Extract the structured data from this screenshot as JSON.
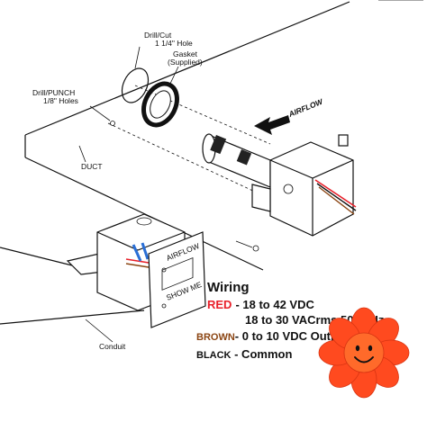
{
  "labels": {
    "drill_cut": "Drill/Cut",
    "drill_cut_size": "1 1/4\" Hole",
    "gasket": "Gasket",
    "gasket_note": "(Supplied)",
    "drill_punch": "Drill/PUNCH",
    "drill_punch_size": "1/8\" Holes",
    "duct": "DUCT",
    "airflow": "AIRFLOW",
    "conduit": "Conduit",
    "panel_airflow": "AIRFLOW",
    "panel_bottom": "SHOW ME"
  },
  "wiring": {
    "title": "Wiring",
    "red_label": "RED",
    "red_line1": "- 18 to 42 VDC",
    "red_line2": "18 to 30 VACrms  50/60Hz",
    "brown_label": "BROWN",
    "brown_line": "- 0 to 10 VDC Output",
    "black_label": "BLACK",
    "black_line": " - Common"
  },
  "colors": {
    "red": "#e8202a",
    "brown": "#8b4513",
    "flower": "#ff4a1f",
    "flower_center": "#ff6a2a"
  },
  "icons": {
    "flower": "smiley-flower-icon"
  }
}
